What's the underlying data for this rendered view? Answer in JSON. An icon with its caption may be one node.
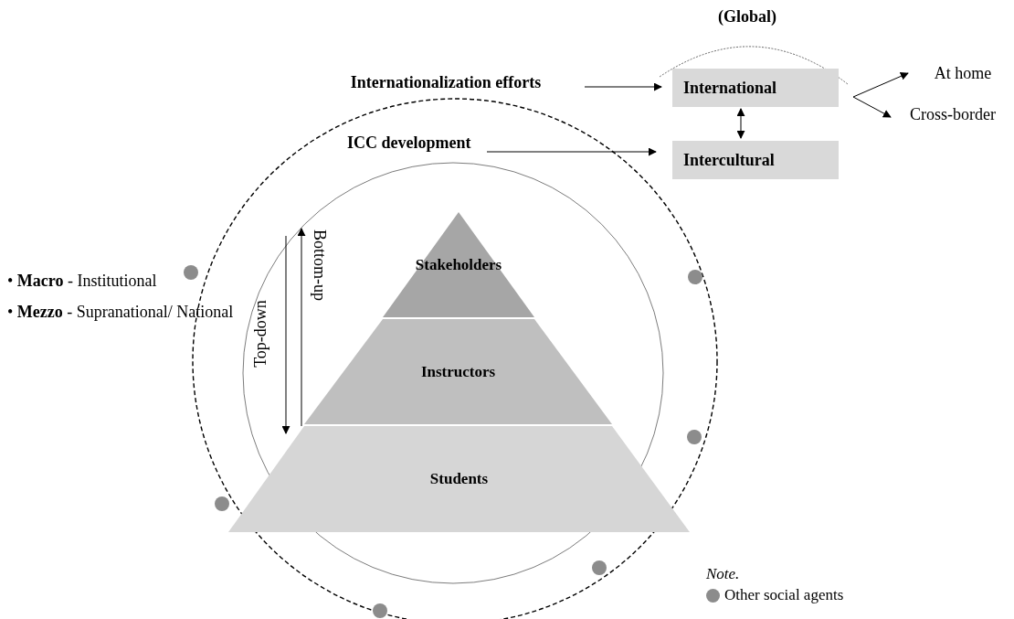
{
  "diagram": {
    "nodes": [
      {
        "text": [
          "Internationalization efforts"
        ]
      },
      {
        "text": [
          "International"
        ]
      },
      {
        "text": [
          "Intercultural"
        ]
      },
      {
        "text": [
          "ICC development"
        ]
      },
      {
        "text": [
          "At home"
        ]
      },
      {
        "text": [
          "Cross-border"
        ]
      },
      {
        "text": [
          "Stakeholders"
        ]
      },
      {
        "text": [
          "Instructors"
        ]
      },
      {
        "text": [
          "Students"
        ]
      }
    ],
    "edges": [
      {
        "from": 0,
        "to": 1,
        "arrow": "to"
      },
      {
        "from": 1,
        "to": 2,
        "arrow": "both"
      },
      {
        "from": 3,
        "to": 2,
        "arrow": "to"
      },
      {
        "from": 1,
        "to": 4,
        "arrow": "to"
      },
      {
        "from": 1,
        "to": 5,
        "arrow": "to"
      }
    ],
    "labels": [
      "(Global)",
      "• **Macro** - Institutional",
      "• **Mezzo** - Supranational/ National",
      "Top-down",
      "Bottom-up",
      "Note."
    ],
    "legend": [
      {
        "text": "Other social agents",
        "color": "#8c8c8c"
      }
    ]
  }
}
